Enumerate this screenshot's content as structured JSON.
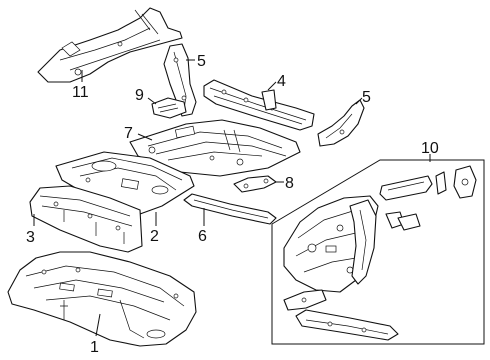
{
  "callouts": {
    "c1": "1",
    "c2": "2",
    "c3": "3",
    "c4": "4",
    "c5a": "5",
    "c5b": "5",
    "c6": "6",
    "c7": "7",
    "c8": "8",
    "c9": "9",
    "c10": "10",
    "c11": "11"
  },
  "colors": {
    "line": "#111111",
    "background": "#ffffff"
  }
}
